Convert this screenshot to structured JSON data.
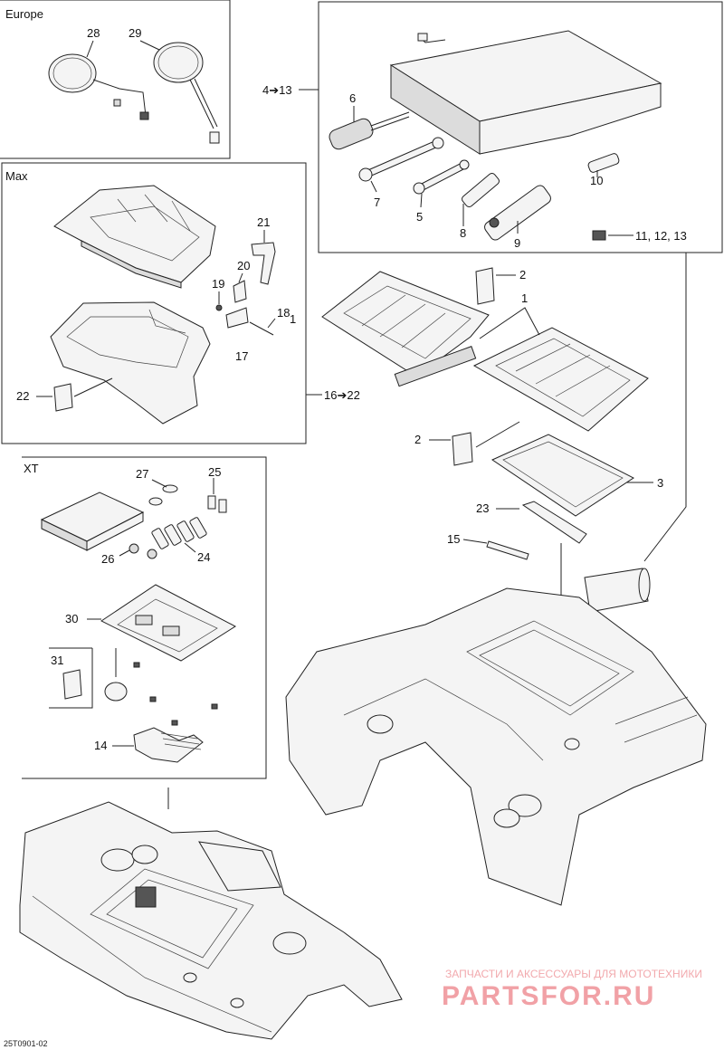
{
  "sections": {
    "europe": "Europe",
    "max": "Max",
    "xt": "XT"
  },
  "callouts": {
    "c28": "28",
    "c29": "29",
    "c4_13": "4➔13",
    "c6": "6",
    "c7": "7",
    "c5": "5",
    "c8": "8",
    "c9": "9",
    "c10": "10",
    "c11_12_13": "11, 12, 13",
    "c21": "21",
    "c20": "20",
    "c19": "19",
    "c18": "18",
    "c18b": "1",
    "c17": "17",
    "c22": "22",
    "c16_22": "16➔22",
    "c2a": "2",
    "c1": "1",
    "c2b": "2",
    "c3": "3",
    "c23": "23",
    "c15": "15",
    "c27": "27",
    "c25": "25",
    "c26": "26",
    "c24": "24",
    "c30": "30",
    "c31": "31",
    "c14": "14"
  },
  "watermark": {
    "line1": "ЗАПЧАСТИ И АКСЕССУАРЫ ДЛЯ МОТОТЕХНИКИ",
    "line2": "PARTSFOR.RU"
  },
  "drawing_code": "25T0901-02"
}
